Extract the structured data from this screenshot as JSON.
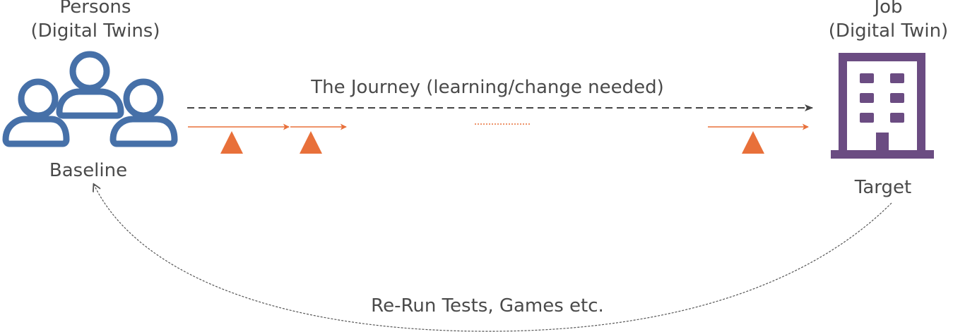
{
  "persons": {
    "title_line1": "Persons",
    "title_line2": "(Digital Twins)",
    "label": "Baseline",
    "icon": "people-group-icon",
    "color": "#4670a8"
  },
  "job": {
    "title_line1": "Job",
    "title_line2": "(Digital Twin)",
    "label": "Target",
    "icon": "office-building-icon",
    "color": "#6b4c82"
  },
  "journey": {
    "label": "The Journey (learning/change needed)",
    "step_color": "#e8703a"
  },
  "loop": {
    "label": "Re-Run Tests, Games etc."
  }
}
